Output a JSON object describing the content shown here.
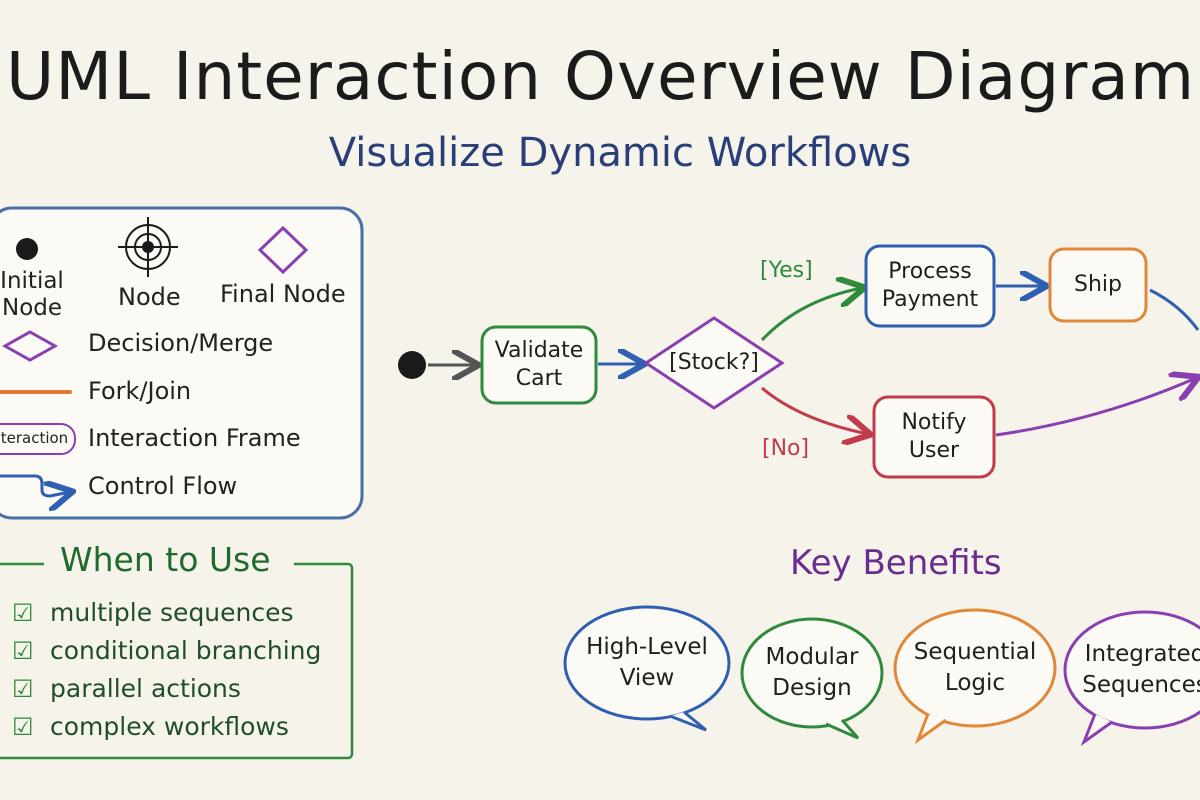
{
  "title": "UML Interaction Overview Diagram",
  "subtitle": "Visualize Dynamic Workflows",
  "legend": {
    "initial_node": "Initial\nNode",
    "node": "Node",
    "final_node": "Final Node",
    "decision_merge": "Decision/Merge",
    "fork_join": "Fork/Join",
    "interaction_sample": "Interaction",
    "interaction_frame": "Interaction Frame",
    "control_flow": "Control Flow"
  },
  "flow": {
    "validate_cart": "Validate\nCart",
    "stock": "[Stock?]",
    "yes": "[Yes]",
    "no": "[No]",
    "process_payment": "Process\nPayment",
    "ship": "Ship",
    "notify_user": "Notify\nUser"
  },
  "when_to_use": {
    "title": "When to Use",
    "items": [
      "multiple sequences",
      "conditional branching",
      "parallel actions",
      "complex workflows"
    ]
  },
  "key_benefits": {
    "title": "Key Benefits",
    "items": [
      "High-Level\nView",
      "Modular\nDesign",
      "Sequential\nLogic",
      "Integrated\nSequences"
    ]
  },
  "colors": {
    "title": "#1b1b1b",
    "subtitle": "#2a3f7a",
    "legend_border": "#4a6fa8",
    "green": "#2f8a3c",
    "red": "#c23b4a",
    "blue": "#2f5fb0",
    "orange": "#e0883a",
    "purple": "#8a3fb0"
  }
}
